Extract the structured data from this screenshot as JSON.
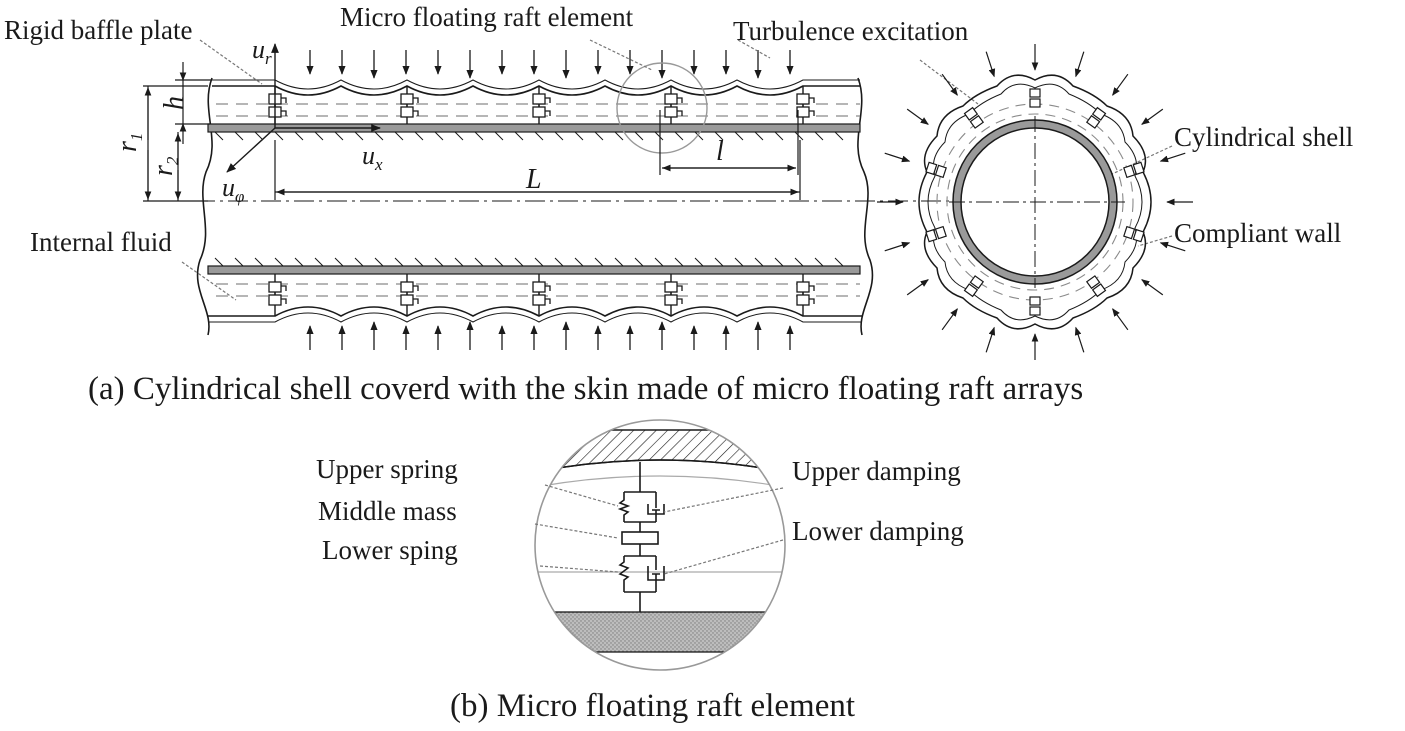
{
  "labels": {
    "rigid_baffle_plate": "Rigid baffle plate",
    "micro_floating_raft_element": "Micro floating raft element",
    "turbulence_excitation": "Turbulence excitation",
    "cylindrical_shell": "Cylindrical shell",
    "compliant_wall": "Compliant wall",
    "internal_fluid": "Internal fluid"
  },
  "symbols": {
    "u_r": "u",
    "u_r_sub": "r",
    "u_x": "u",
    "u_x_sub": "x",
    "u_phi": "u",
    "u_phi_sub": "φ",
    "h": "h",
    "r1": "r",
    "r1_sub": "1",
    "r2": "r",
    "r2_sub": "2",
    "l": "l",
    "L": "L"
  },
  "detail_labels": {
    "upper_spring": "Upper spring",
    "middle_mass": "Middle mass",
    "lower_sping": "Lower sping",
    "upper_damping": "Upper damping",
    "lower_damping": "Lower damping"
  },
  "captions": {
    "a": "(a) Cylindrical shell coverd with the skin made of micro floating raft arrays",
    "b": "(b) Micro floating raft element"
  },
  "colors": {
    "ink": "#1a1a1a",
    "gray_fill": "#9a9a9a",
    "light_gray": "#c8c8c8",
    "fluid_dash": "#8a8a8a"
  }
}
